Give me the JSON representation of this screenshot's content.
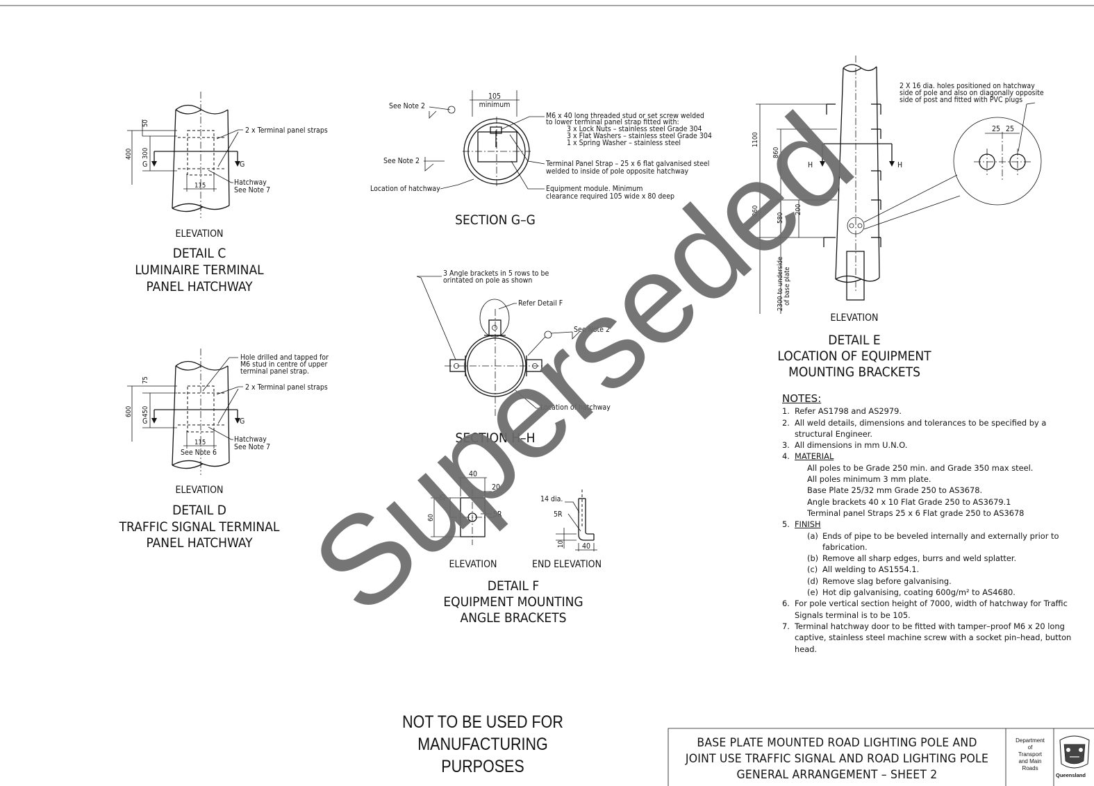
{
  "watermark": "Superseded",
  "detail_c": {
    "elevation": "ELEVATION",
    "title1": "DETAIL  C",
    "title2": "LUMINAIRE TERMINAL",
    "title3": "PANEL HATCHWAY",
    "dim_50": "50",
    "dim_300": "300",
    "dim_400": "400",
    "dim_115": "115",
    "label_straps": "2 x Terminal panel straps",
    "label_hatch1": "Hatchway",
    "label_hatch2": "See Note 7",
    "sec_mark": "G"
  },
  "detail_d": {
    "elevation": "ELEVATION",
    "title1": "DETAIL  D",
    "title2": "TRAFFIC SIGNAL TERMINAL",
    "title3": "PANEL HATCHWAY",
    "dim_75": "75",
    "dim_450": "450",
    "dim_600": "600",
    "dim_115": "115",
    "label_hole1": "Hole drilled and tapped for",
    "label_hole2": "M6 stud in centre of upper",
    "label_hole3": "terminal panel strap.",
    "label_straps": "2 x Terminal panel straps",
    "label_hatch1": "Hatchway",
    "label_hatch2": "See Note 7",
    "label_note6": "See Note 6",
    "sec_mark": "G"
  },
  "section_gg": {
    "title": "SECTION  G–G",
    "dim_105": "105",
    "dim_min": "minimum",
    "note2a": "See Note 2",
    "note2b": "See Note 2",
    "loc_hatch": "Location of hatchway",
    "stud1": "M6 x 40 long threaded stud or set screw welded",
    "stud2": "to lower terminal panel strap fitted with:",
    "stud3": "3 x Lock Nuts – stainless steel Grade 304",
    "stud4": "3 x Flat Washers – stainless steel Grade 304",
    "stud5": "1 x Spring Washer – stainless steel",
    "strap1": "Terminal Panel Strap – 25 x 6 flat galvanised steel",
    "strap2": "welded to inside of pole opposite hatchway",
    "equip1": "Equipment module. Minimum",
    "equip2": "clearance required 105 wide x 80 deep"
  },
  "section_hh": {
    "title": "SECTION  H–H",
    "brackets1": "3 Angle brackets in 5 rows to be",
    "brackets2": "orintated on pole as shown",
    "refer_f": "Refer Detail F",
    "note2": "See Note 2",
    "loc_hatch": "Location of hatchway"
  },
  "detail_f": {
    "elev": "ELEVATION",
    "end_elev": "END ELEVATION",
    "title1": "DETAIL  F",
    "title2": "EQUIPMENT MOUNTING",
    "title3": "ANGLE BRACKETS",
    "d40a": "40",
    "d20": "20",
    "d15": "15",
    "d60": "60",
    "d5r_a": "5R",
    "d14": "14 dia.",
    "d5r_b": "5R",
    "d10": "10",
    "d40b": "40"
  },
  "detail_e": {
    "elevation": "ELEVATION",
    "title1": "DETAIL  E",
    "title2": "LOCATION OF EQUIPMENT",
    "title3": "MOUNTING BRACKETS",
    "holes1": "2 X 16 dia. holes positioned on hatchway",
    "holes2": "side of pole and also on diagonally opposite",
    "holes3": "side of post and fitted with PVC plugs",
    "d25a": "25",
    "d25b": "25",
    "d1100": "1100",
    "d860a": "860",
    "d860b": "860",
    "d580": "580",
    "d200": "200",
    "d2300a": "2300 to underside",
    "d2300b": "of base plate",
    "sec_mark": "H"
  },
  "notes": {
    "heading": "NOTES:",
    "n1": "Refer AS1798 and AS2979.",
    "n2": "All weld details, dimensions and tolerances to be specified by a structural Engineer.",
    "n3": "All dimensions in mm U.N.O.",
    "n4": "MATERIAL",
    "n4a": "All poles to be Grade 250 min. and Grade 350 max steel.",
    "n4b": "All poles minimum 3 mm plate.",
    "n4c": "Base Plate 25/32 mm Grade 250 to AS3678.",
    "n4d": "Angle brackets 40 x 10 Flat Grade 250 to AS3679.1",
    "n4e": "Terminal panel Straps 25 x 6 Flat grade 250 to AS3678",
    "n5": "FINISH",
    "n5a": "Ends of pipe to be beveled internally and externally prior to fabrication.",
    "n5b": "Remove all sharp edges, burrs and weld splatter.",
    "n5c": "All welding to AS1554.1.",
    "n5d": "Remove slag before galvanising.",
    "n5e": "Hot dip galvanising, coating 600g/m² to AS4680.",
    "n6": "For pole vertical section height of 7000, width of hatchway for Traffic Signals terminal is to be 105.",
    "n7": "Terminal hatchway door to be fitted with tamper–proof M6 x 20 long captive, stainless steel machine screw with a socket pin–head, button head."
  },
  "warning": {
    "line1": "NOT TO BE USED FOR MANUFACTURING",
    "line2": "PURPOSES"
  },
  "title_block": {
    "line1": "BASE PLATE MOUNTED ROAD LIGHTING POLE AND",
    "line2": "JOINT USE TRAFFIC SIGNAL AND ROAD LIGHTING POLE",
    "line3": "GENERAL ARRANGEMENT  –  SHEET 2",
    "dept1": "Department",
    "dept2": "of",
    "dept3": "Transport",
    "dept4": "and Main",
    "dept5": "Roads",
    "qld": "Queensland"
  },
  "colors": {
    "ink": "#111111",
    "watermark": "#6b6b6b"
  }
}
